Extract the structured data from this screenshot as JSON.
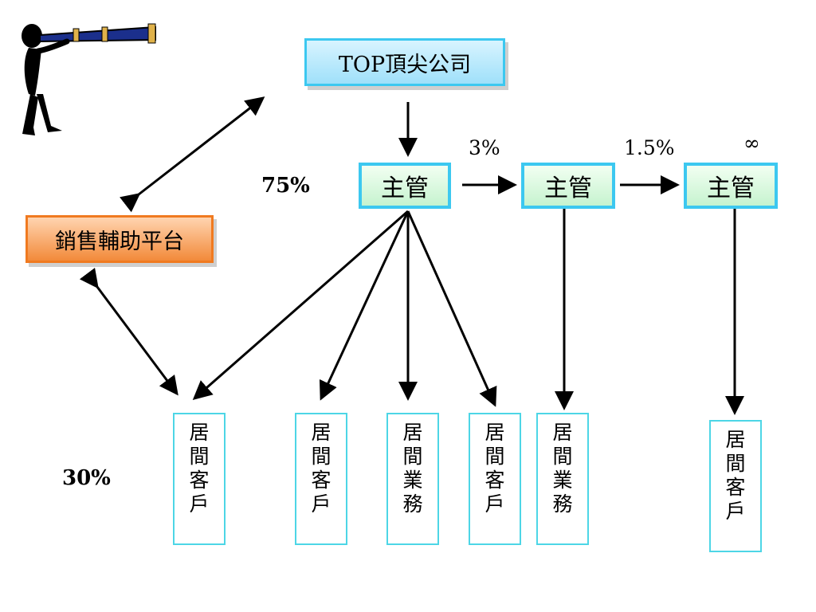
{
  "top_company": "TOP頂尖公司",
  "platform": "銷售輔助平台",
  "managers": [
    "主管",
    "主管",
    "主管"
  ],
  "percentages": {
    "platform_top": "75%",
    "platform_clients": "30%",
    "level1": "3%",
    "level2": "1.5%",
    "level3": "∞"
  },
  "leaves": [
    [
      "居",
      "間",
      "客",
      "戶"
    ],
    [
      "居",
      "間",
      "客",
      "戶"
    ],
    [
      "居",
      "間",
      "業",
      "務"
    ],
    [
      "居",
      "間",
      "客",
      "戶"
    ],
    [
      "居",
      "間",
      "業",
      "務"
    ],
    [
      "居",
      "間",
      "客",
      "戶"
    ]
  ]
}
